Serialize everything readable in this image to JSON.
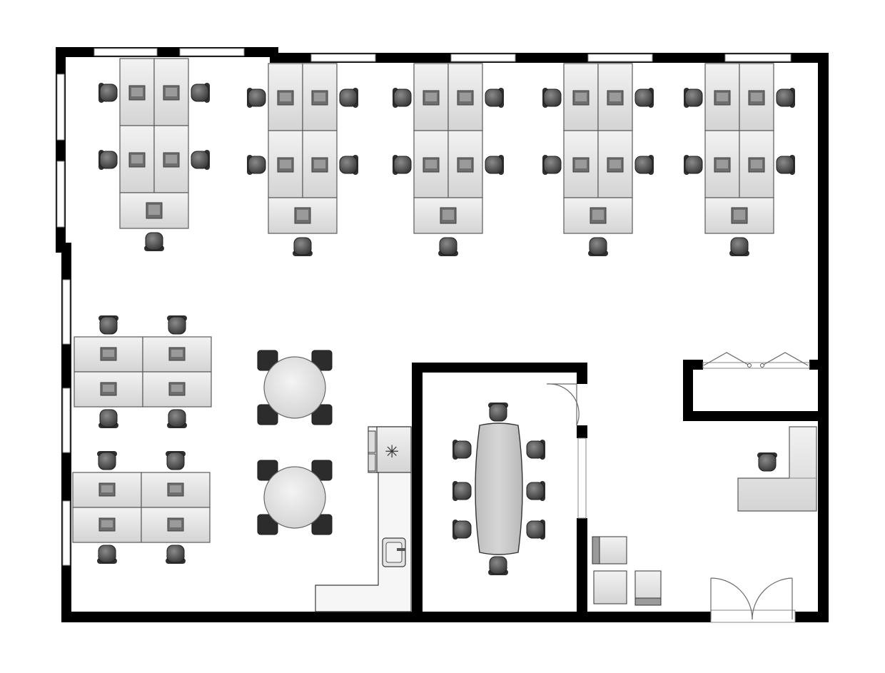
{
  "palette": {
    "wall": "#000000",
    "desk": "#e6e6e6",
    "chair": "#3a3a3a",
    "floor": "#ffffff"
  },
  "rooms": [
    {
      "name": "open-office",
      "items": [
        "desk-cluster",
        "desk-cluster",
        "desk-cluster",
        "desk-cluster",
        "desk-cluster"
      ]
    },
    {
      "name": "side-workstations",
      "items": [
        "desk-block",
        "desk-block"
      ]
    },
    {
      "name": "lounge",
      "items": [
        "round-table",
        "round-table"
      ]
    },
    {
      "name": "kitchenette",
      "items": [
        "stove",
        "sink"
      ]
    },
    {
      "name": "meeting-room",
      "items": [
        "conference-table"
      ]
    },
    {
      "name": "reception",
      "items": [
        "reception-desk",
        "lounge-chairs",
        "entrance-double-door"
      ]
    }
  ]
}
